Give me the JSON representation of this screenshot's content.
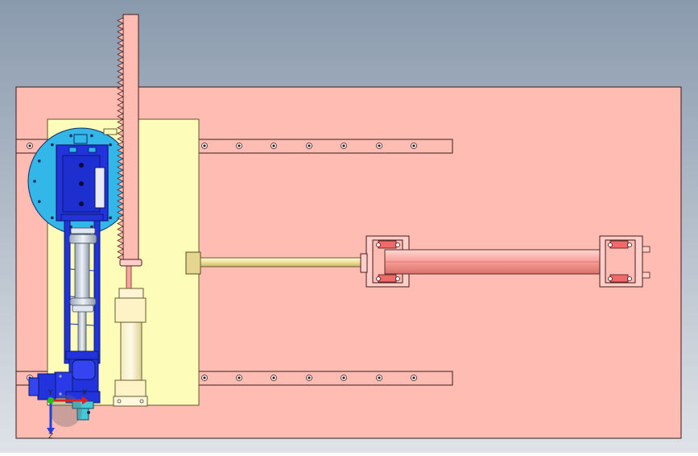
{
  "viewport": {
    "background_top": "#8a9aad",
    "background_bottom": "#dfe3e8"
  },
  "colors": {
    "base_plate": "#ffbcb2",
    "mount_plate": "#fdfdb9",
    "rail": "#ffbcb2",
    "rack": "#ffbcb2",
    "turntable": "#33b7e8",
    "blue_frame": "#2233dd",
    "blue_dark": "#0a1a9a",
    "cylinder_body": "#f7a6a0",
    "piston_rod": "#f1e4a3",
    "edge": "#5a2a2a"
  },
  "triad": {
    "x_label": "X",
    "y_label": "Y",
    "z_label": "Z",
    "x_color": "#e02020",
    "y_color": "#20c020",
    "z_color": "#2040e0"
  }
}
